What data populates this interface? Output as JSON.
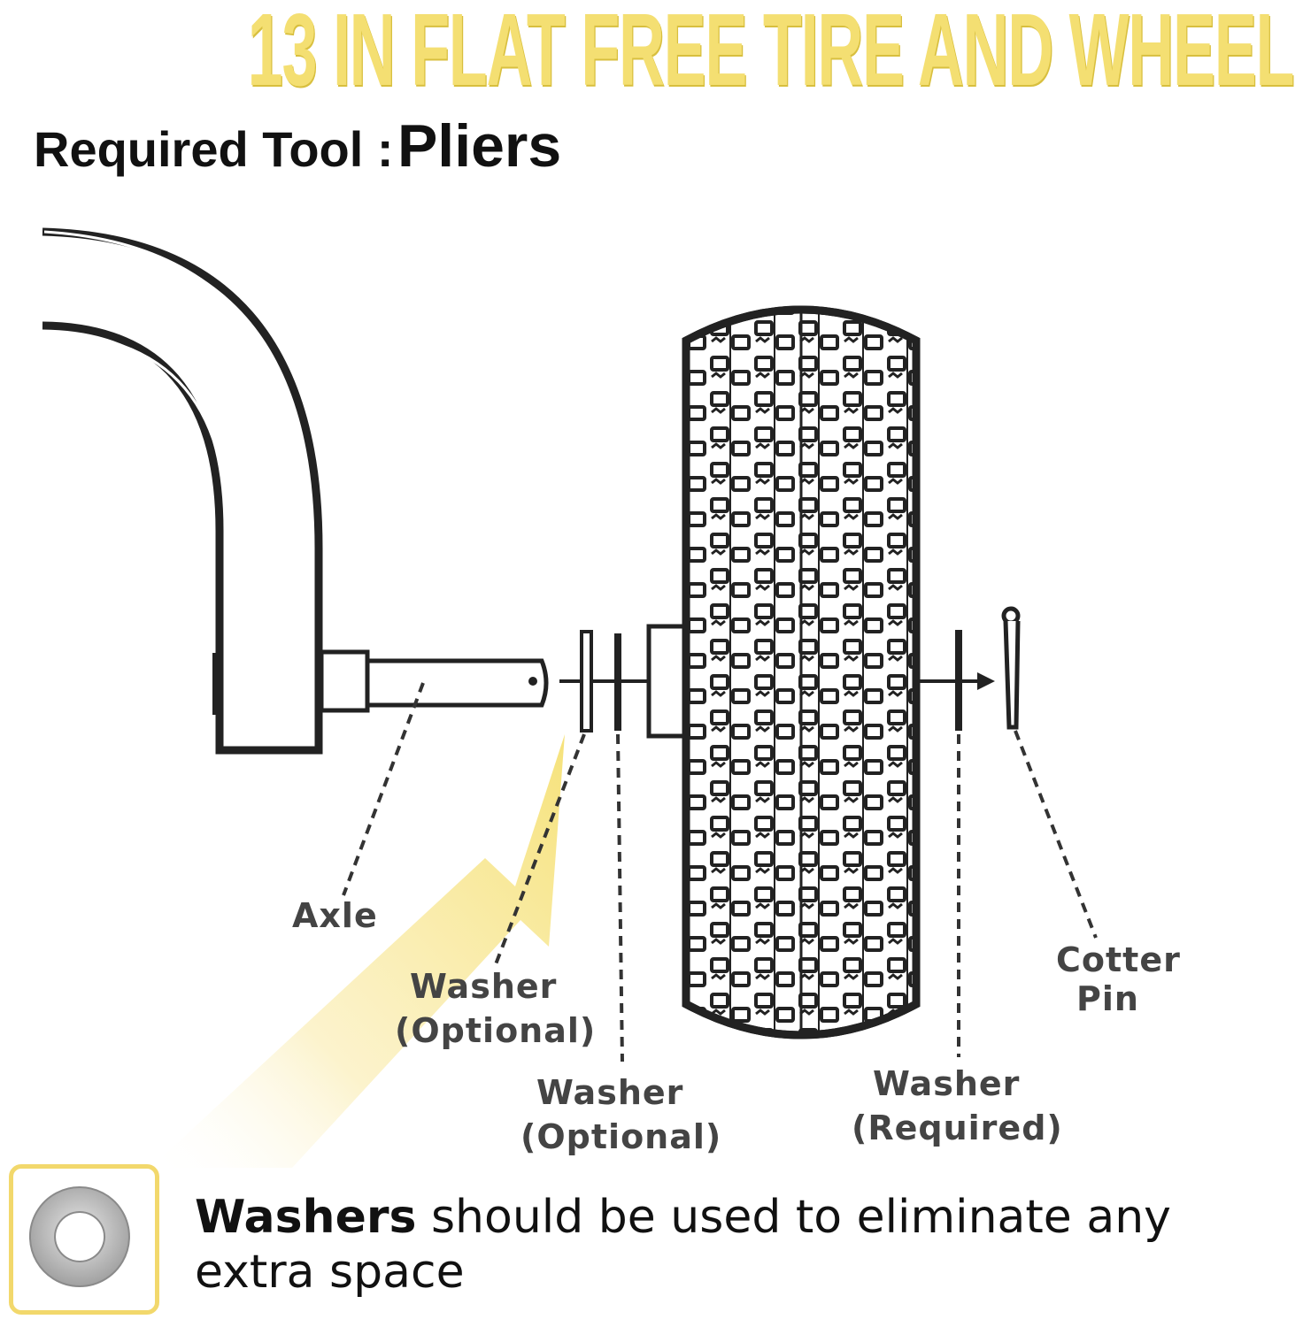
{
  "title": "13 IN FLAT FREE TIRE AND WHEEL",
  "tool": {
    "label": "Required Tool :",
    "value": "Pliers"
  },
  "labels": {
    "axle": "Axle",
    "washer1": [
      "Washer",
      "(Optional)"
    ],
    "washer2": [
      "Washer",
      "(Optional)"
    ],
    "washer3": [
      "Washer",
      "(Required)"
    ],
    "cotter": [
      "Cotter",
      "Pin"
    ]
  },
  "note": {
    "bold": "Washers",
    "text": " should be used to eliminate any extra space"
  },
  "colors": {
    "accent": "#f4df72",
    "box_border": "#f2d86c",
    "line": "#222222"
  },
  "icons": {
    "note": "washer-icon",
    "pointer": "highlight-arrow-icon"
  }
}
